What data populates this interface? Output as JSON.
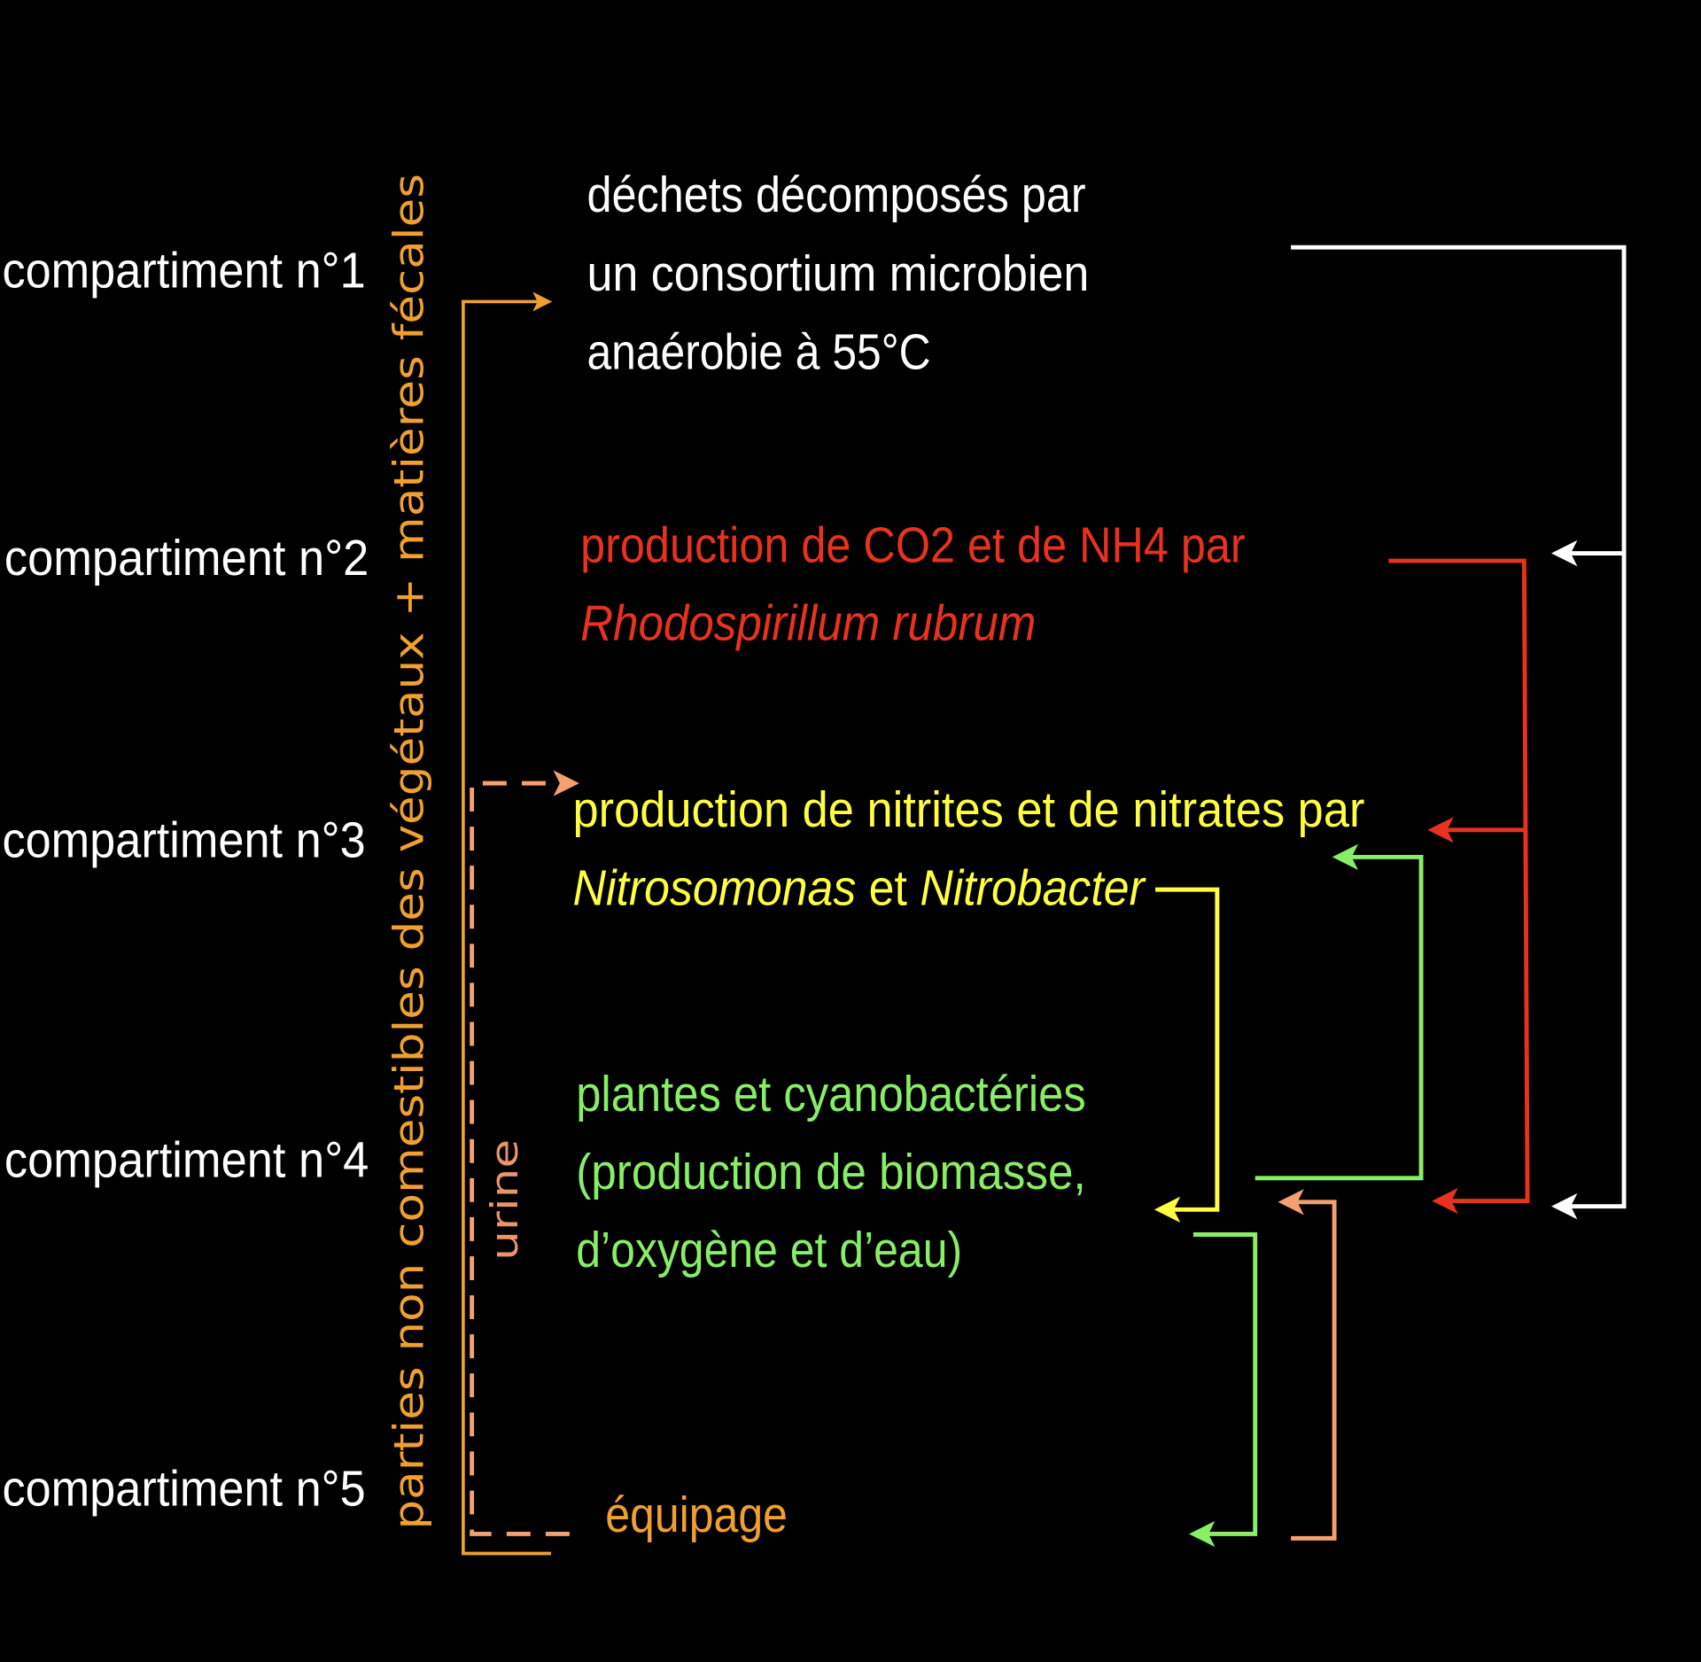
{
  "compartments": [
    {
      "label": "compartiment n°1"
    },
    {
      "label": "compartiment n°2"
    },
    {
      "label": "compartiment n°3"
    },
    {
      "label": "compartiment n°4"
    },
    {
      "label": "compartiment n°5"
    }
  ],
  "side_label": "parties non comestibles des végétaux + matières fécales",
  "urine_label": "urine",
  "box1": [
    "déchets décomposés par",
    "un consortium microbien",
    "anaérobie à 55°C"
  ],
  "box2": {
    "line1": "production de CO2 et de NH4 par",
    "organism": "Rhodospirillum rubrum"
  },
  "box3": {
    "line1": "production de nitrites et de nitrates par",
    "organism1": "Nitrosomonas",
    "connector": " et ",
    "organism2": "Nitrobacter"
  },
  "box4": [
    "plantes et cyanobactéries",
    "(production de biomasse,",
    "d’oxygène et d’eau)"
  ],
  "box5": "équipage",
  "colors": {
    "white": "#ffffff",
    "red": "#e8321e",
    "yellow": "#ffff40",
    "green": "#88ee66",
    "orange": "#f0a030",
    "salmon": "#f4a070"
  }
}
